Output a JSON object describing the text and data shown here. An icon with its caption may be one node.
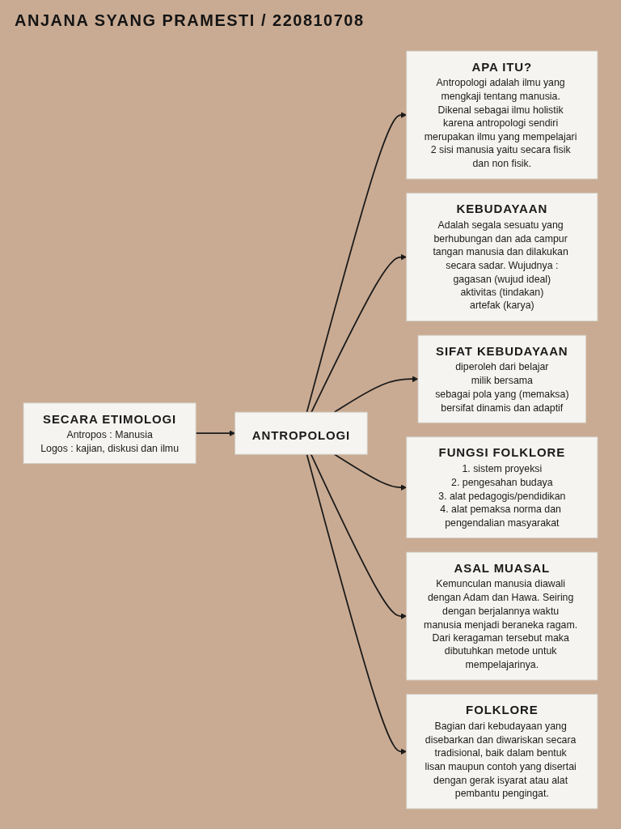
{
  "diagram": {
    "title": "ANJANA SYANG PRAMESTI / 220810708",
    "nodes": [
      {
        "text": [
          "APA ITU?",
          "Antropologi adalah ilmu yang mengkaji tentang manusia. Dikenal sebagai ilmu holistik karena antropologi sendiri merupakan ilmu yang mempelajari 2 sisi manusia yaitu secara fisik dan non fisik."
        ]
      },
      {
        "text": [
          "KEBUDAYAAN",
          "Adalah segala sesuatu yang berhubungan dan ada campur tangan manusia dan dilakukan secara sadar. Wujudnya :",
          "gagasan (wujud ideal)",
          "aktivitas (tindakan)",
          "artefak (karya)"
        ]
      },
      {
        "text": [
          "SIFAT KEBUDAYAAN",
          "diperoleh dari belajar",
          "milik bersama",
          "sebagai pola yang (memaksa)",
          "bersifat dinamis dan adaptif"
        ]
      },
      {
        "text": [
          "SECARA ETIMOLOGI",
          "Antropos : Manusia",
          "Logos : kajian, diskusi dan ilmu"
        ]
      },
      {
        "text": [
          "ANTROPOLOGI"
        ]
      },
      {
        "text": [
          "FUNGSI FOLKLORE",
          "1. sistem proyeksi",
          "2. pengesahan budaya",
          "3. alat pedagogis/pendidikan",
          "4. alat pemaksa norma dan pengendalian masyarakat"
        ]
      },
      {
        "text": [
          "ASAL MUASAL",
          "Kemunculan manusia diawali dengan Adam dan Hawa. Seiring dengan berjalannya waktu manusia menjadi beraneka ragam. Dari keragaman tersebut maka dibutuhkan metode untuk mempelajarinya."
        ]
      },
      {
        "text": [
          "FOLKLORE",
          "Bagian dari kebudayaan yang disebarkan dan diwariskan secara tradisional, baik dalam bentuk lisan maupun contoh yang disertai dengan gerak isyarat atau alat pembantu pengingat."
        ]
      }
    ],
    "edges": [
      {
        "from": 4,
        "to": 0,
        "arrow": "to"
      },
      {
        "from": 4,
        "to": 1,
        "arrow": "to"
      },
      {
        "from": 4,
        "to": 2,
        "arrow": "to"
      },
      {
        "from": 3,
        "to": 4,
        "arrow": "to"
      },
      {
        "from": 4,
        "to": 5,
        "arrow": "to"
      },
      {
        "from": 4,
        "to": 6,
        "arrow": "to"
      },
      {
        "from": 4,
        "to": 7,
        "arrow": "to"
      }
    ]
  }
}
